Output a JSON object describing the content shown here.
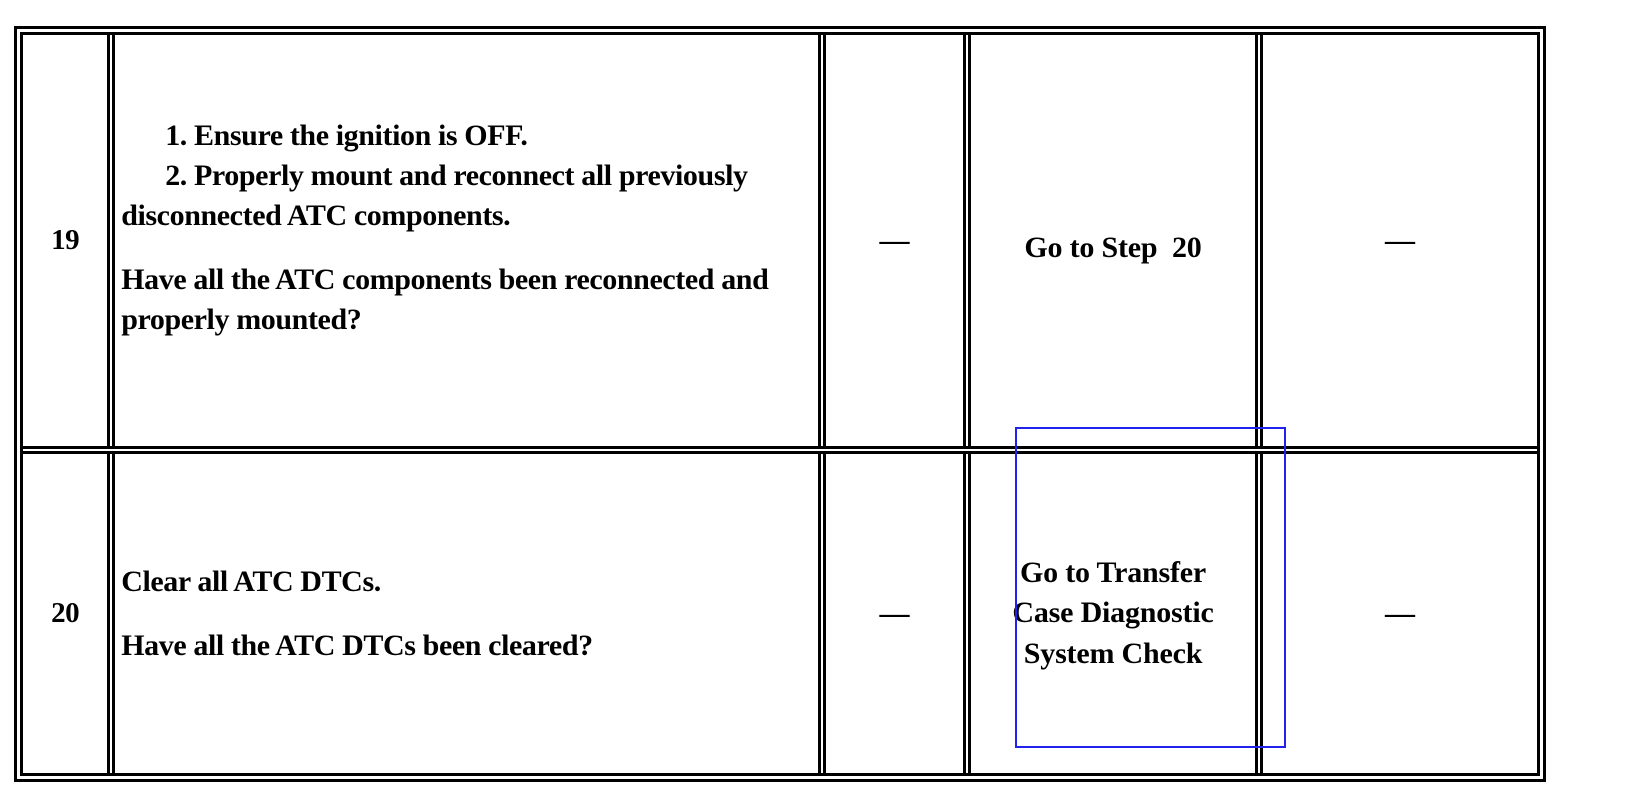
{
  "document": {
    "kind": "diagnostic-step-table",
    "colors": {
      "border": "#000000",
      "text": "#000000",
      "page_background": "#ffffff",
      "selection_highlight": "#2222ee"
    }
  },
  "table": {
    "columns": [
      {
        "key": "step",
        "name": "step-number-column"
      },
      {
        "key": "action",
        "name": "action-column"
      },
      {
        "key": "value",
        "name": "value-column"
      },
      {
        "key": "yes",
        "name": "yes-column"
      },
      {
        "key": "no",
        "name": "no-column"
      }
    ],
    "rows": [
      {
        "step": "19",
        "action": {
          "item_1": "1. Ensure the ignition is OFF.",
          "item_2": "2. Properly mount and reconnect all previously disconnected ATC components.",
          "question": "Have all the ATC components been reconnected and properly mounted?"
        },
        "value": "—",
        "yes": "Go to Step  20",
        "no": "—",
        "highlighted_cell": null
      },
      {
        "step": "20",
        "action": {
          "item_1": "Clear all ATC DTCs.",
          "item_2": "",
          "question": "Have all the ATC DTCs been cleared?"
        },
        "value": "—",
        "yes": "Go to Transfer\nCase Diagnostic\nSystem Check",
        "no": "—",
        "highlighted_cell": "yes"
      }
    ]
  }
}
